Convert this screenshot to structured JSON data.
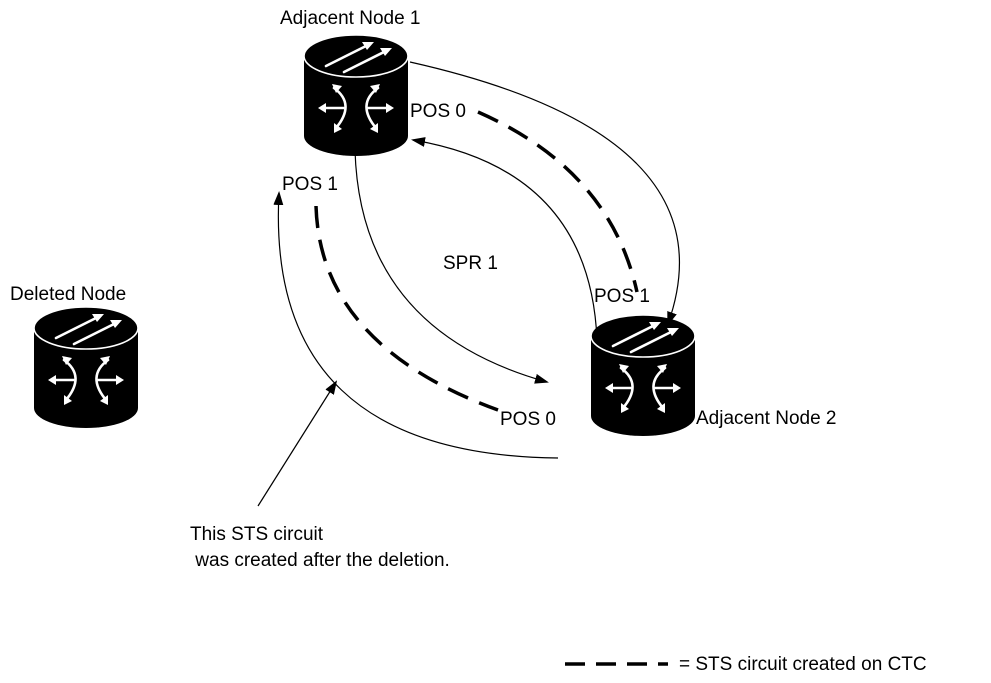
{
  "nodes": {
    "adjacent1": {
      "label": "Adjacent Node 1"
    },
    "adjacent2": {
      "label": "Adjacent Node 2"
    },
    "deleted": {
      "label": "Deleted Node"
    }
  },
  "ports": {
    "node1_pos0": "POS 0",
    "node1_pos1": "POS 1",
    "node2_pos1": "POS 1",
    "node2_pos0": "POS 0"
  },
  "ring": {
    "label": "SPR 1"
  },
  "annotation": {
    "line1": "This STS circuit",
    "line2": " was created after the deletion."
  },
  "legend": {
    "text": "= STS circuit created on CTC"
  }
}
